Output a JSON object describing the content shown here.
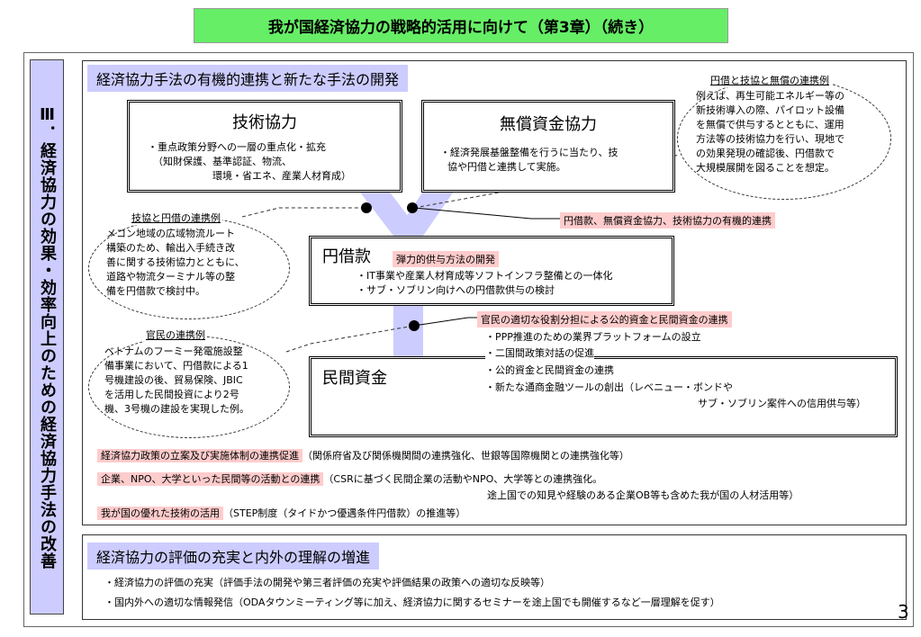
{
  "title": "我が国経済協力の戦略的活用に向けて（第3章）（続き）",
  "side_label": "Ⅲ．経済協力の効果・効率向上のための経済協力手法の改善",
  "section1": {
    "heading": "経済協力手法の有機的連携と新たな手法の開発",
    "gijutsu": {
      "title": "技術協力",
      "line1": "・重点政策分野への一層の重点化・拡充",
      "line2": "（知財保護、基準認証、物流、",
      "line3": "環境・省エネ、産業人材育成）"
    },
    "musho": {
      "title": "無償資金協力",
      "line1": "・経済発展基盤整備を行うに当たり、技",
      "line2": "協や円借と連携して実施。"
    },
    "yen": {
      "title": "円借款",
      "tag": "弾力的供与方法の開発",
      "line1": "・IT事業や産業人材育成等ソフトインフラ整備との一体化",
      "line2": "・サブ・ソブリン向けへの円借款供与の検討"
    },
    "minkan": {
      "title": "民間資金",
      "lines": [
        "・PPP推進のための業界プラットフォームの設立",
        "・二国間政策対話の促進",
        "・公的資金と民間資金の連携",
        "・新たな通商金融ツールの創出（レベニュー・ボンドや",
        "サブ・ソブリン案件への信用供与等）"
      ]
    },
    "organic_label": "円借款、無償資金協力、技術協力の有機的連携",
    "kanmin_label": "官民の適切な役割分担による公的資金と民間資金の連携",
    "ex_yen_musho": {
      "title": "円借と技協と無償の連携例",
      "lines": [
        "例えば、再生可能エネルギー等の",
        "新技術導入の際、パイロット設備",
        "を無償で供与するとともに、運用",
        "方法等の技術協力を行い、現地で",
        "の効果発現の確認後、円借款で",
        "大規模展開を図ることを想定。"
      ]
    },
    "ex_gikyo": {
      "title": "技協と円借の連携例",
      "lines": [
        "メコン地域の広域物流ルート",
        "構築のため、輸出入手続き改",
        "善に関する技術協力とともに、",
        "道路や物流ターミナル等の整",
        "備を円借款で検討中。"
      ]
    },
    "ex_kanmin": {
      "title": "官民の連携例",
      "lines": [
        "ベトナムのフーミー発電施設整",
        "備事業において、円借款による1",
        "号機建設の後、貿易保険、JBIC",
        "を活用した民間投資により2号",
        "機、3号機の建設を実現した例。"
      ]
    },
    "bottom": [
      {
        "label": "経済協力政策の立案及び実施体制の連携促進",
        "text": "（関係府省及び関係機関間の連携強化、世銀等国際機関との連携強化等）"
      },
      {
        "label": "企業、NPO、大学といった民間等の活動との連携",
        "text": "（CSRに基づく民間企業の活動やNPO、大学等との連携強化。",
        "text2": "途上国での知見や経験のある企業OB等も含めた我が国の人材活用等）"
      },
      {
        "label": "我が国の優れた技術の活用",
        "text": "（STEP制度（タイドかつ優遇条件円借款）の推進等）"
      }
    ]
  },
  "section2": {
    "heading": "経済協力の評価の充実と内外の理解の増進",
    "line1": "・経済協力の評価の充実（評価手法の開発や第三者評価の充実や評価結果の政策への適切な反映等）",
    "line2": "・国内外への適切な情報発信（ODAタウンミーティング等に加え、経済協力に関するセミナーを途上国でも開催するなど一層理解を促す）"
  },
  "page_number": "3",
  "colors": {
    "title_bg": "#66ee66",
    "header_bg": "#ccccff",
    "pink": "#ffcccc",
    "connector": "#ccccff"
  }
}
